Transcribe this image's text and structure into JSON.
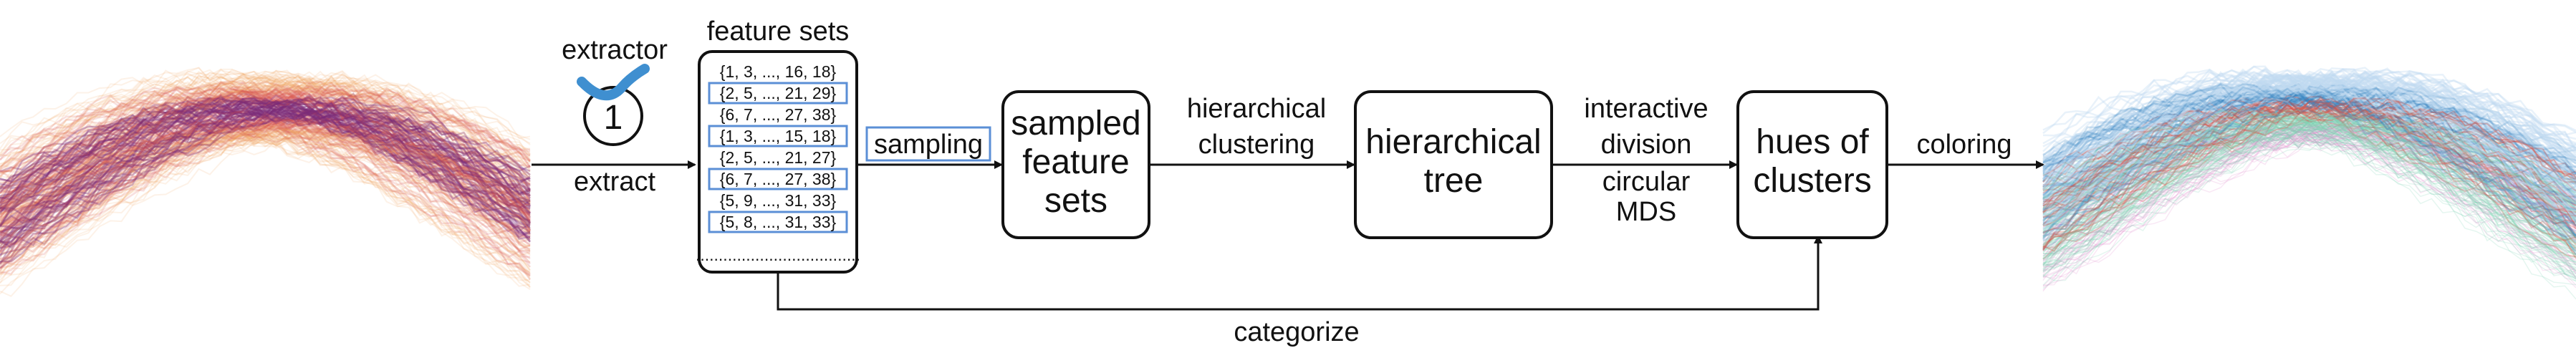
{
  "extractor": {
    "label": "extractor",
    "number": "1"
  },
  "edges": {
    "extract": "extract",
    "sampling": "sampling",
    "hierarchical_clustering": [
      "hierarchical",
      "clustering"
    ],
    "interactive_division": [
      "interactive",
      "division"
    ],
    "circular_mds": [
      "circular",
      "MDS"
    ],
    "coloring": "coloring",
    "categorize": "categorize"
  },
  "feature_sets": {
    "title": "feature sets",
    "items": [
      {
        "text": "{1, 3, ..., 16, 18}",
        "highlighted": false
      },
      {
        "text": "{2, 5, ..., 21, 29}",
        "highlighted": true
      },
      {
        "text": "{6, 7, ..., 27, 38}",
        "highlighted": false
      },
      {
        "text": "{1, 3, ..., 15, 18}",
        "highlighted": true
      },
      {
        "text": "{2, 5, ..., 21, 27}",
        "highlighted": false
      },
      {
        "text": "{6, 7, ..., 27, 38}",
        "highlighted": true
      },
      {
        "text": "{5, 9, ..., 31, 33}",
        "highlighted": false
      },
      {
        "text": "{5, 8, ..., 31, 33}",
        "highlighted": true
      }
    ],
    "ellipsis": "...................................."
  },
  "boxes": {
    "sampled": [
      "sampled",
      "feature",
      "sets"
    ],
    "tree": [
      "hierarchical",
      "tree"
    ],
    "hues": [
      "hues of",
      "clusters"
    ]
  },
  "colors": {
    "highlight": "#5b8fd6",
    "extractor_arc": "#3f8fd0",
    "input_plot": [
      "#fbe7b0",
      "#f3a15c",
      "#d9534c",
      "#7a2a78"
    ],
    "output_plot": [
      "#bfd9f1",
      "#2e7fc1",
      "#7fd4b4",
      "#e18ccd",
      "#d7564a"
    ]
  }
}
